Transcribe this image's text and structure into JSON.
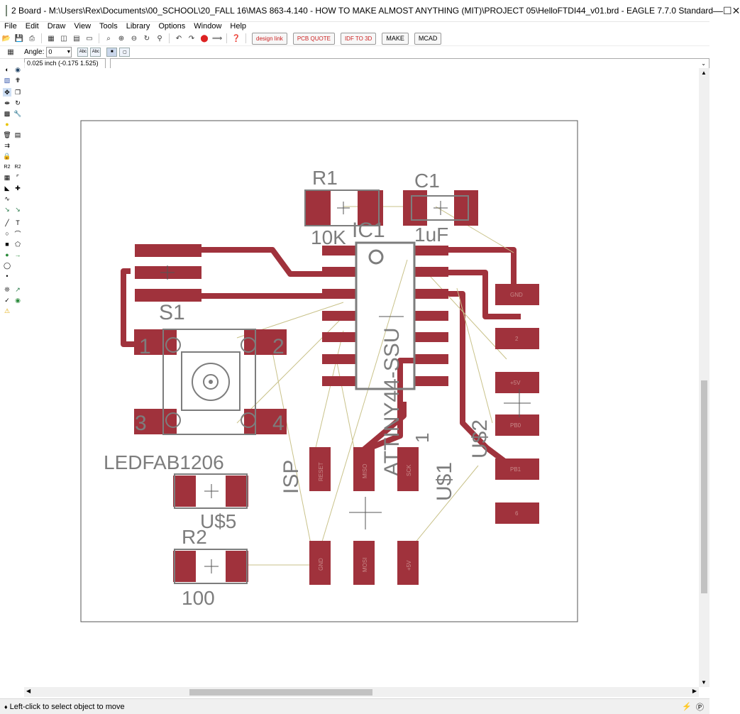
{
  "window": {
    "title": "2 Board - M:\\Users\\Rex\\Documents\\00_SCHOOL\\20_FALL 16\\MAS 863-4.140 - HOW TO MAKE ALMOST ANYTHING (MIT)\\PROJECT 05\\HelloFTDI44_v01.brd - EAGLE 7.7.0 Standard"
  },
  "menu": [
    "File",
    "Edit",
    "Draw",
    "View",
    "Tools",
    "Library",
    "Options",
    "Window",
    "Help"
  ],
  "toolbar": {
    "design_link": "design link",
    "pcb_quote": "PCB QUOTE",
    "idf_to_3d": "IDF TO 3D",
    "make": "MAKE",
    "mcad": "MCAD"
  },
  "param_bar": {
    "angle_label": "Angle:",
    "angle_value": "0"
  },
  "coord_readout": "0.025 inch (-0.175 1.525)",
  "command_input": "",
  "status": {
    "message": "Left-click to select object to move"
  },
  "board": {
    "labels": {
      "r1_name": "R1",
      "r1_value": "10K",
      "c1_name": "C1",
      "c1_value": "1uF",
      "ic1_name": "IC1",
      "ic1_value": "ATTINY44-SSU",
      "s1_name": "S1",
      "s1_pin1": "1",
      "s1_pin2": "2",
      "s1_pin3": "3",
      "s1_pin4": "4",
      "led_name": "LEDFAB1206",
      "led_value": "U$5",
      "r2_name": "R2",
      "r2_value": "100",
      "isp_name": "ISP",
      "isp_pin": "1",
      "ftdi_name": "U$1",
      "u2_name": "U$2"
    },
    "pad_labels": {
      "ftdi": [
        "GND",
        "2",
        "+5V",
        "PB0",
        "PB1",
        "6"
      ],
      "isp_top": [
        "RESET",
        "MISO",
        "SCK"
      ],
      "isp_bottom": [
        "GND",
        "MOSI",
        "+5V"
      ]
    }
  },
  "colors": {
    "copper": "#a0323c",
    "silkscreen": "#7d7d7d",
    "ratsnest": "#c9c28a",
    "outline": "#555555"
  }
}
